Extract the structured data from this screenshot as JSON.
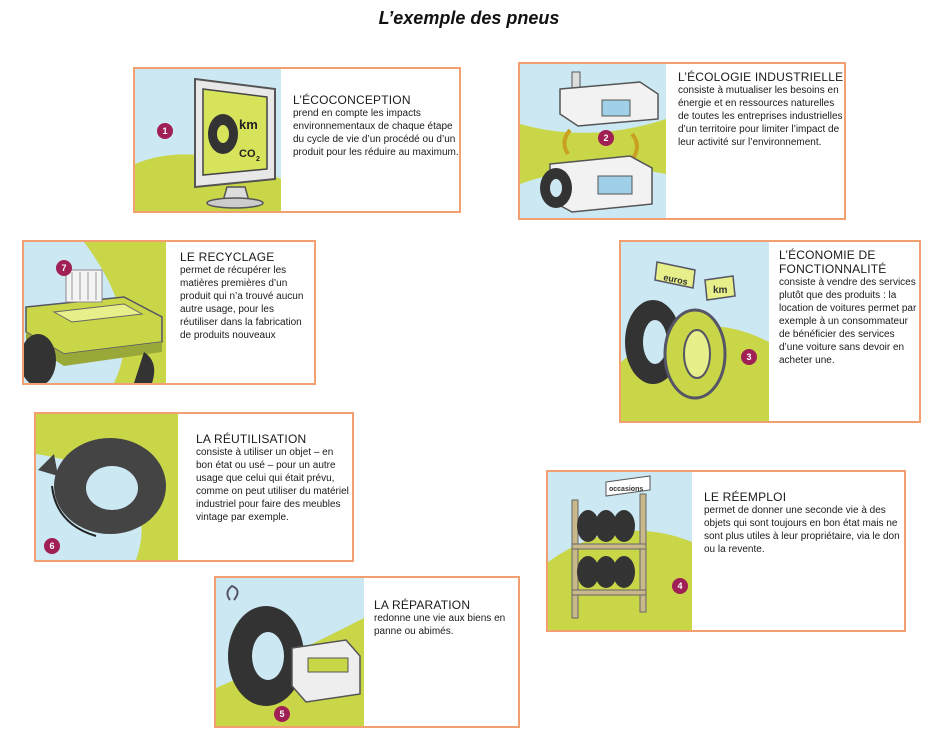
{
  "title": "L’exemple des pneus",
  "colors": {
    "border": "#f2a070",
    "badge": "#a01f55",
    "lime": "#c9d648",
    "sky": "#cce8f2",
    "tire": "#444444"
  },
  "cards": [
    {
      "id": "ecoconception",
      "number": "1",
      "icon": "monitor-tire-icon",
      "title": "L’ÉCOCONCEPTION",
      "text": "prend en compte les impacts environnementaux de chaque étape du cycle de vie d’un procédé ou d’un produit pour les réduire au maximum.",
      "labels": [
        "km",
        "CO",
        "2"
      ]
    },
    {
      "id": "ecologie-industrielle",
      "number": "2",
      "icon": "factories-icon",
      "title": "L’ÉCOLOGIE INDUSTRIELLE",
      "text": "consiste à mutualiser les besoins en énergie et en ressources naturelles de toutes les entreprises industrielles d’un territoire pour limiter l’impact de leur activité sur l’environnement."
    },
    {
      "id": "recyclage",
      "number": "7",
      "icon": "recycling-machine-icon",
      "title": "LE RECYCLAGE",
      "text": "permet de récupérer les matières premières d’un produit qui n’a trouvé aucun autre usage, pour les réutiliser dans la fabrication de produits nouveaux"
    },
    {
      "id": "economie-fonctionnalite",
      "number": "3",
      "icon": "tires-tags-icon",
      "title": "L’ÉCONOMIE DE FONCTIONNALITÉ",
      "text": "consiste à vendre des services plutôt que des produits : la location de voitures permet par exemple à un consommateur de bénéficier des services d’une voiture sans devoir en acheter une.",
      "labels": [
        "euros",
        "km"
      ]
    },
    {
      "id": "reutilisation",
      "number": "6",
      "icon": "tire-arrow-icon",
      "title": "LA RÉUTILISATION",
      "text": "consiste à utiliser un objet – en bon état ou usé – pour un autre usage que celui qui était prévu, comme on peut utiliser du matériel industriel pour faire des meubles vintage par exemple."
    },
    {
      "id": "reemploi",
      "number": "4",
      "icon": "tire-shelf-icon",
      "title": "LE RÉEMPLOI",
      "text": "permet de donner une seconde vie à des objets qui sont toujours en bon état mais ne sont plus utiles à leur propriétaire, via le don ou la revente.",
      "labels": [
        "occasions"
      ]
    },
    {
      "id": "reparation",
      "number": "5",
      "icon": "tire-repair-icon",
      "title": "LA RÉPARATION",
      "text": "redonne une vie aux biens en panne ou abimés."
    }
  ]
}
